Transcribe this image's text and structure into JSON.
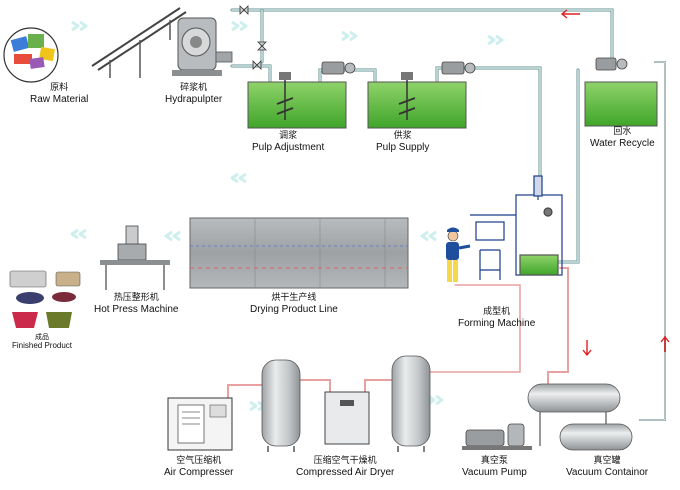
{
  "colors": {
    "pipe": "#8fc4c4",
    "pipe_outline": "#6a8f8f",
    "water": "#55b53a",
    "water_light": "#8fd36a",
    "flow_arrow": "#cfeeee",
    "red_arrow": "#e02020",
    "tank_gray": "#c9cbcc",
    "line_dark": "#555555"
  },
  "icons": {
    "flow": "chevron-flow-icon",
    "direction": "red-arrow-icon",
    "pump": "pump-icon",
    "valve": "valve-icon",
    "operator": "worker-icon"
  },
  "labels": {
    "raw_material": {
      "cn": "原料",
      "en": "Raw Material"
    },
    "hydrapulpter": {
      "cn": "碎浆机",
      "en": "Hydrapulpter"
    },
    "pulp_adjustment": {
      "cn": "调浆",
      "en": "Pulp Adjustment"
    },
    "pulp_supply": {
      "cn": "供浆",
      "en": "Pulp Supply"
    },
    "water_recycle": {
      "cn": "回水",
      "en": "Water Recycle"
    },
    "forming_machine": {
      "cn": "成型机",
      "en": "Forming Machine"
    },
    "drying_line": {
      "cn": "烘干生产线",
      "en": "Drying Product Line"
    },
    "hot_press": {
      "cn": "热压整形机",
      "en": "Hot Press Machine"
    },
    "finished_product": {
      "cn": "成品",
      "en": "Finished Product"
    },
    "air_compressor": {
      "cn": "空气压缩机",
      "en": "Air Compresser"
    },
    "air_dryer": {
      "cn": "压缩空气干燥机",
      "en": "Compressed Air Dryer"
    },
    "vacuum_pump": {
      "cn": "真空泵",
      "en": "Vacuum Pump"
    },
    "vacuum_container": {
      "cn": "真空罐",
      "en": "Vacuum Containor"
    }
  }
}
